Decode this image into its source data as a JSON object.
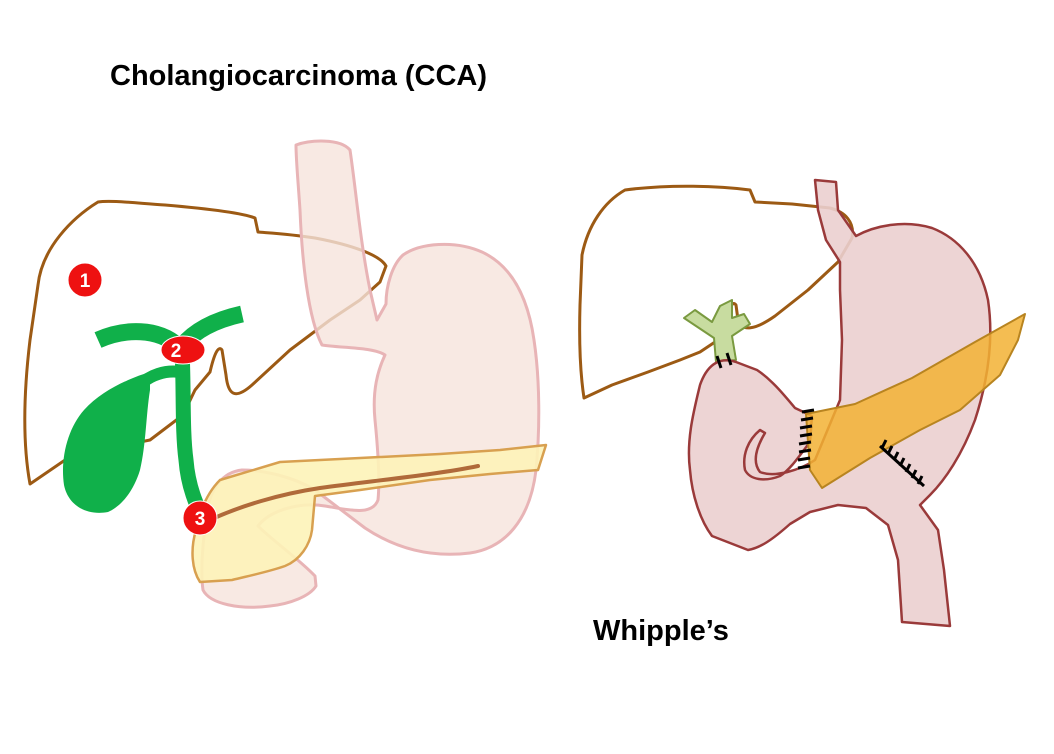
{
  "titles": {
    "main": "Cholangiocarcinoma (CCA)",
    "procedure": "Whipple’s"
  },
  "markers": [
    {
      "label": "1"
    },
    {
      "label": "2"
    },
    {
      "label": "3"
    }
  ],
  "colors": {
    "liver_outline": "#9c5a14",
    "bile_duct": "#10b04a",
    "stomach_fill": "#f6e3dc",
    "stomach_outline": "#e8b4b6",
    "pancreas_fill": "#fdf3b8",
    "pancreas_outline": "#d8a050",
    "marker": "#ee1111",
    "gut_fill": "#ebcfcf",
    "gut_outline": "#9a3a3a",
    "pancreas_remnant_fill": "#f2b234",
    "bile_remnant_fill": "#c8dca0",
    "staples": "#000000"
  }
}
